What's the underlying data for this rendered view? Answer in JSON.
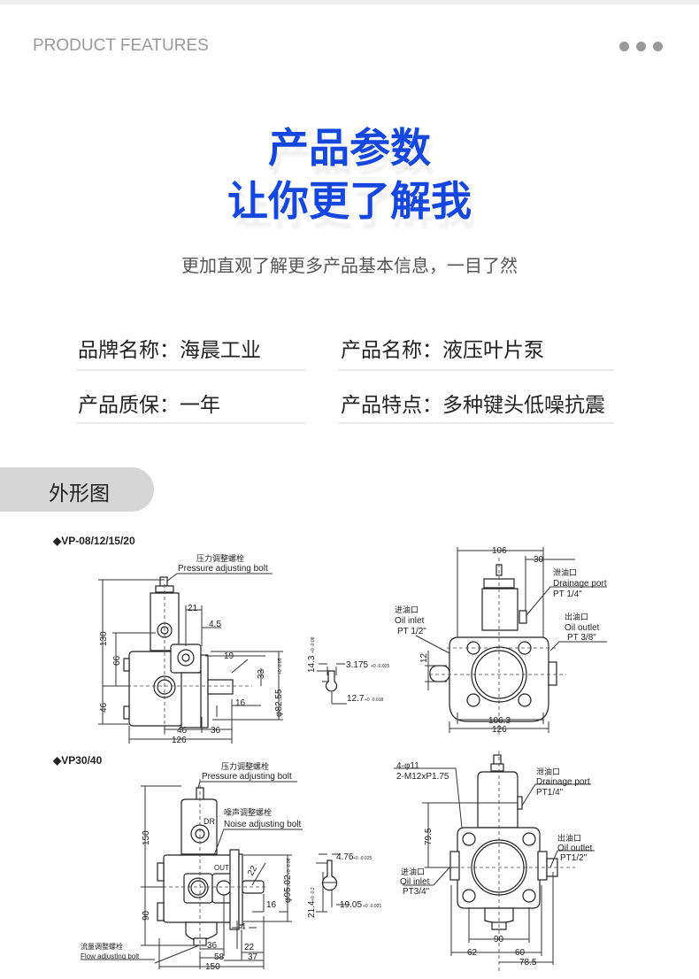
{
  "header": {
    "eyebrow": "PRODUCT FEATURES",
    "menu_icon": "more-dots-icon"
  },
  "hero": {
    "title_line1": "产品参数",
    "title_line2": "让你更了解我",
    "subtitle": "更加直观了解更多产品基本信息，一目了然",
    "accent": "#1446e0"
  },
  "specs": [
    {
      "text": "品牌名称：海晨工业"
    },
    {
      "text": "产品名称：液压叶片泵"
    },
    {
      "text": "产品质保：一年"
    },
    {
      "text": "产品特点：多种键头低噪抗震"
    }
  ],
  "section": {
    "label": "外形图"
  },
  "drawings": {
    "vp08": {
      "model": "◆VP-08/12/15/20",
      "bolt_cn": "压力调整螺栓",
      "bolt_en": "Pressure adjusting bolt",
      "d130": "130",
      "d66": "66",
      "d46v": "46",
      "d21": "21",
      "d45": "4.5",
      "d19": "19",
      "d33": "33",
      "d8255": "φ82.55",
      "tol8255": "+0 -0.05",
      "d16": "16",
      "d46h": "46",
      "d36": "36",
      "d126": "126",
      "d143": "14.3",
      "tol143": "+0 -0.08",
      "d3175": "3.175",
      "tol3175": "+0 -0.025",
      "d127": "12.7",
      "tol127": "+0 -0.018"
    },
    "vp08_front": {
      "d106": "106",
      "d30": "30",
      "drain_cn": "泄油口",
      "drain_en": "Drainage port",
      "drain_pt": "PT 1/4\"",
      "inlet_cn": "进油口",
      "inlet_en": "Oil inlet",
      "inlet_pt": "PT 1/2\"",
      "outlet_cn": "出油口",
      "outlet_en": "Oil outlet",
      "outlet_pt": "PT 3/8\"",
      "d12": "12",
      "d1063": "106.3",
      "d126": "126"
    },
    "vp30": {
      "model": "◆VP30/40",
      "bolt_cn": "压力调整螺栓",
      "bolt_en": "Pressure adjusting bolt",
      "dr": "DR",
      "noise_cn": "噪声调整螺栓",
      "noise_en": "Noise adjusting bolt",
      "out": "OUT",
      "d150v": "150",
      "d90": "90",
      "d22a": "22",
      "d9502": "φ95.02",
      "tol9502": "+0 -0.06",
      "d16": "16",
      "d4": "4",
      "flow_cn": "流量调整螺栓",
      "flow_en": "Flow adjusting bolt",
      "d36": "36",
      "d22": "22",
      "d58": "58",
      "d37": "37",
      "d150": "150",
      "d476": "4.76",
      "tol476": "+0 -0.025",
      "d214": "21.4",
      "tol214": "+0 -0.2",
      "d1905": "19.05",
      "tol1905": "+0 -0.021"
    },
    "vp30_front": {
      "holes": "4-φ11",
      "thread": "2-M12xP1.75",
      "drain_cn": "泄油口",
      "drain_en": "Drainage port",
      "drain_pt": "PT1/4\"",
      "d795": "79.5",
      "outlet_cn": "出油口",
      "outlet_en": "Oil outlet",
      "outlet_pt": "PT1/2\"",
      "inlet_cn": "进油口",
      "inlet_en": "Oil inlet",
      "inlet_pt": "PT3/4\"",
      "d90": "90",
      "d62": "62",
      "d60": "60",
      "d785": "78.5"
    }
  }
}
